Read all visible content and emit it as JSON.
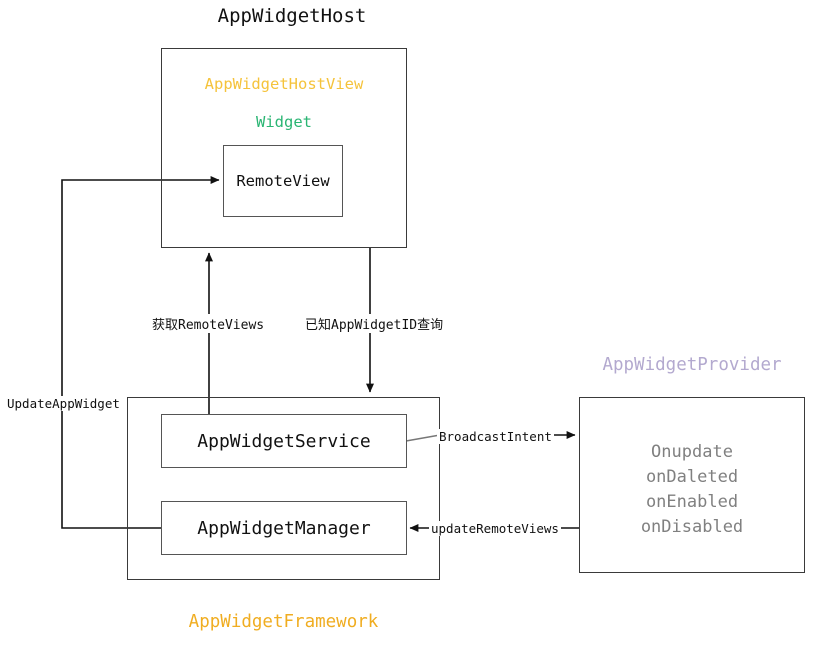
{
  "diagram": {
    "titles": {
      "host": "AppWidgetHost",
      "provider": "AppWidgetProvider",
      "framework": "AppWidgetFramework"
    },
    "host_box": {
      "hostview_label": "AppWidgetHostView",
      "widget_label": "Widget",
      "remoteview_label": "RemoteView"
    },
    "framework_box": {
      "service_label": "AppWidgetService",
      "manager_label": "AppWidgetManager"
    },
    "provider_box": {
      "methods": [
        "Onupdate",
        "onDaleted",
        "onEnabled",
        "onDisabled"
      ]
    },
    "edges": {
      "update_app_widget": "UpdateAppWidget",
      "get_remote_views": "获取RemoteViews",
      "query_by_widget_id": "已知AppWidgetID查询",
      "broadcast_intent": "BroadcastIntent",
      "update_remote_views": "updateRemoteViews"
    },
    "colors": {
      "hostview_text": "#f5c33b",
      "widget_text": "#2ab573",
      "provider_title": "#b3a9cf",
      "framework_title": "#f0ad21",
      "provider_method_text": "#808080",
      "stroke": "#3a3a3a",
      "background": "#ffffff"
    }
  }
}
